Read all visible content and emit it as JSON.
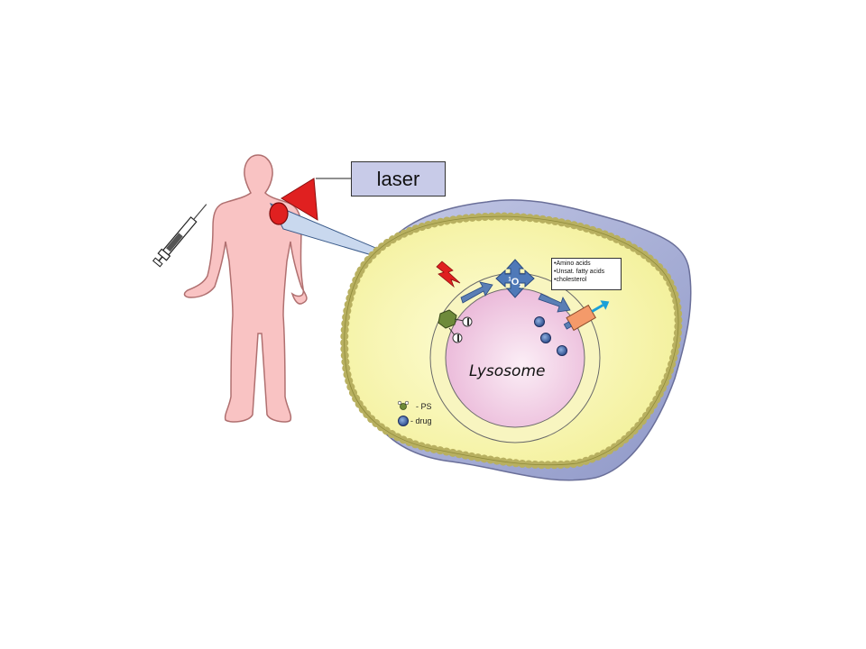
{
  "labels": {
    "laser": "laser",
    "lysosome": "Lysosome",
    "singlet_oxygen": {
      "sup": "1",
      "main": "O",
      "sub": "2"
    },
    "targets": [
      "•Amino acids",
      "•Unsat. fatty acids",
      "•cholesterol"
    ],
    "legend_ps": "- PS",
    "legend_drug": "- drug"
  },
  "colors": {
    "body": "#f9c3c3",
    "cell_outer": "#a8b0d6",
    "cytoplasm": "#f5f3a6",
    "lysosome": "#f0c6e0",
    "membrane_bead": "#e8e2a0",
    "beam": "#c9d8ee",
    "laser_red": "#e02020",
    "arrow_blue": "#5b7fb5",
    "ps_green": "#6e8a3a",
    "drug_blue": "#3f5f9e",
    "drug_orange": "#f49a6a"
  }
}
